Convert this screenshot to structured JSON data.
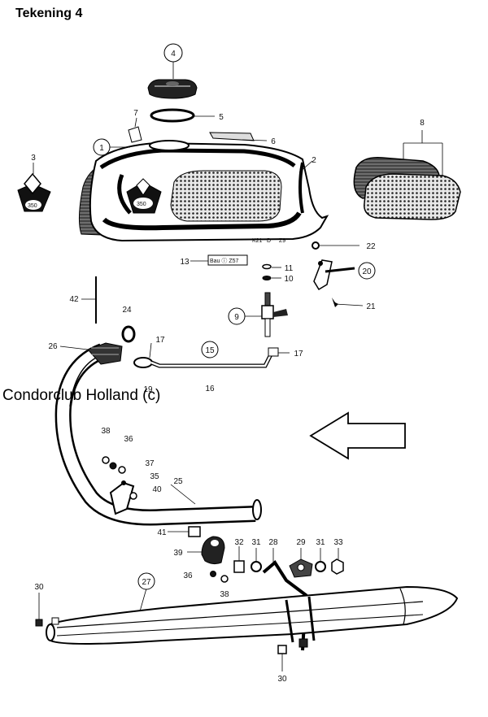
{
  "title": "Tekening 4",
  "watermark": "Condorclub Holland (c)",
  "tank": {
    "badge_text": "350",
    "plate_text": "Bau  ⓘ  Z57",
    "stamp_left": "K21",
    "stamp_mid": "D",
    "stamp_right": "Z9"
  },
  "parts": [
    {
      "id": "p4",
      "n": "4",
      "circled": true
    },
    {
      "id": "p7",
      "n": "7",
      "circled": false
    },
    {
      "id": "p5",
      "n": "5",
      "circled": false
    },
    {
      "id": "p1",
      "n": "1",
      "circled": true
    },
    {
      "id": "p6",
      "n": "6",
      "circled": false
    },
    {
      "id": "p8",
      "n": "8",
      "circled": false
    },
    {
      "id": "p3",
      "n": "3",
      "circled": false
    },
    {
      "id": "p2",
      "n": "2",
      "circled": false
    },
    {
      "id": "p22",
      "n": "22",
      "circled": false
    },
    {
      "id": "p13",
      "n": "13",
      "circled": false
    },
    {
      "id": "p11",
      "n": "11",
      "circled": false
    },
    {
      "id": "p20",
      "n": "20",
      "circled": true
    },
    {
      "id": "p10",
      "n": "10",
      "circled": false
    },
    {
      "id": "p42",
      "n": "42",
      "circled": false
    },
    {
      "id": "p24",
      "n": "24",
      "circled": false
    },
    {
      "id": "p9",
      "n": "9",
      "circled": true
    },
    {
      "id": "p21",
      "n": "21",
      "circled": false
    },
    {
      "id": "p26",
      "n": "26",
      "circled": false
    },
    {
      "id": "p17a",
      "n": "17",
      "circled": false
    },
    {
      "id": "p15",
      "n": "15",
      "circled": true
    },
    {
      "id": "p17b",
      "n": "17",
      "circled": false
    },
    {
      "id": "p19",
      "n": "19",
      "circled": false
    },
    {
      "id": "p16",
      "n": "16",
      "circled": false
    },
    {
      "id": "p38a",
      "n": "38",
      "circled": false
    },
    {
      "id": "p36a",
      "n": "36",
      "circled": false
    },
    {
      "id": "p37",
      "n": "37",
      "circled": false
    },
    {
      "id": "p35",
      "n": "35",
      "circled": false
    },
    {
      "id": "p25",
      "n": "25",
      "circled": false
    },
    {
      "id": "p40",
      "n": "40",
      "circled": false
    },
    {
      "id": "p41",
      "n": "41",
      "circled": false
    },
    {
      "id": "p32",
      "n": "32",
      "circled": false
    },
    {
      "id": "p31a",
      "n": "31",
      "circled": false
    },
    {
      "id": "p28",
      "n": "28",
      "circled": false
    },
    {
      "id": "p29",
      "n": "29",
      "circled": false
    },
    {
      "id": "p31b",
      "n": "31",
      "circled": false
    },
    {
      "id": "p33",
      "n": "33",
      "circled": false
    },
    {
      "id": "p39",
      "n": "39",
      "circled": false
    },
    {
      "id": "p36b",
      "n": "36",
      "circled": false
    },
    {
      "id": "p38b",
      "n": "38",
      "circled": false
    },
    {
      "id": "p27",
      "n": "27",
      "circled": true
    },
    {
      "id": "p30a",
      "n": "30",
      "circled": false
    },
    {
      "id": "p30b",
      "n": "30",
      "circled": false
    }
  ]
}
